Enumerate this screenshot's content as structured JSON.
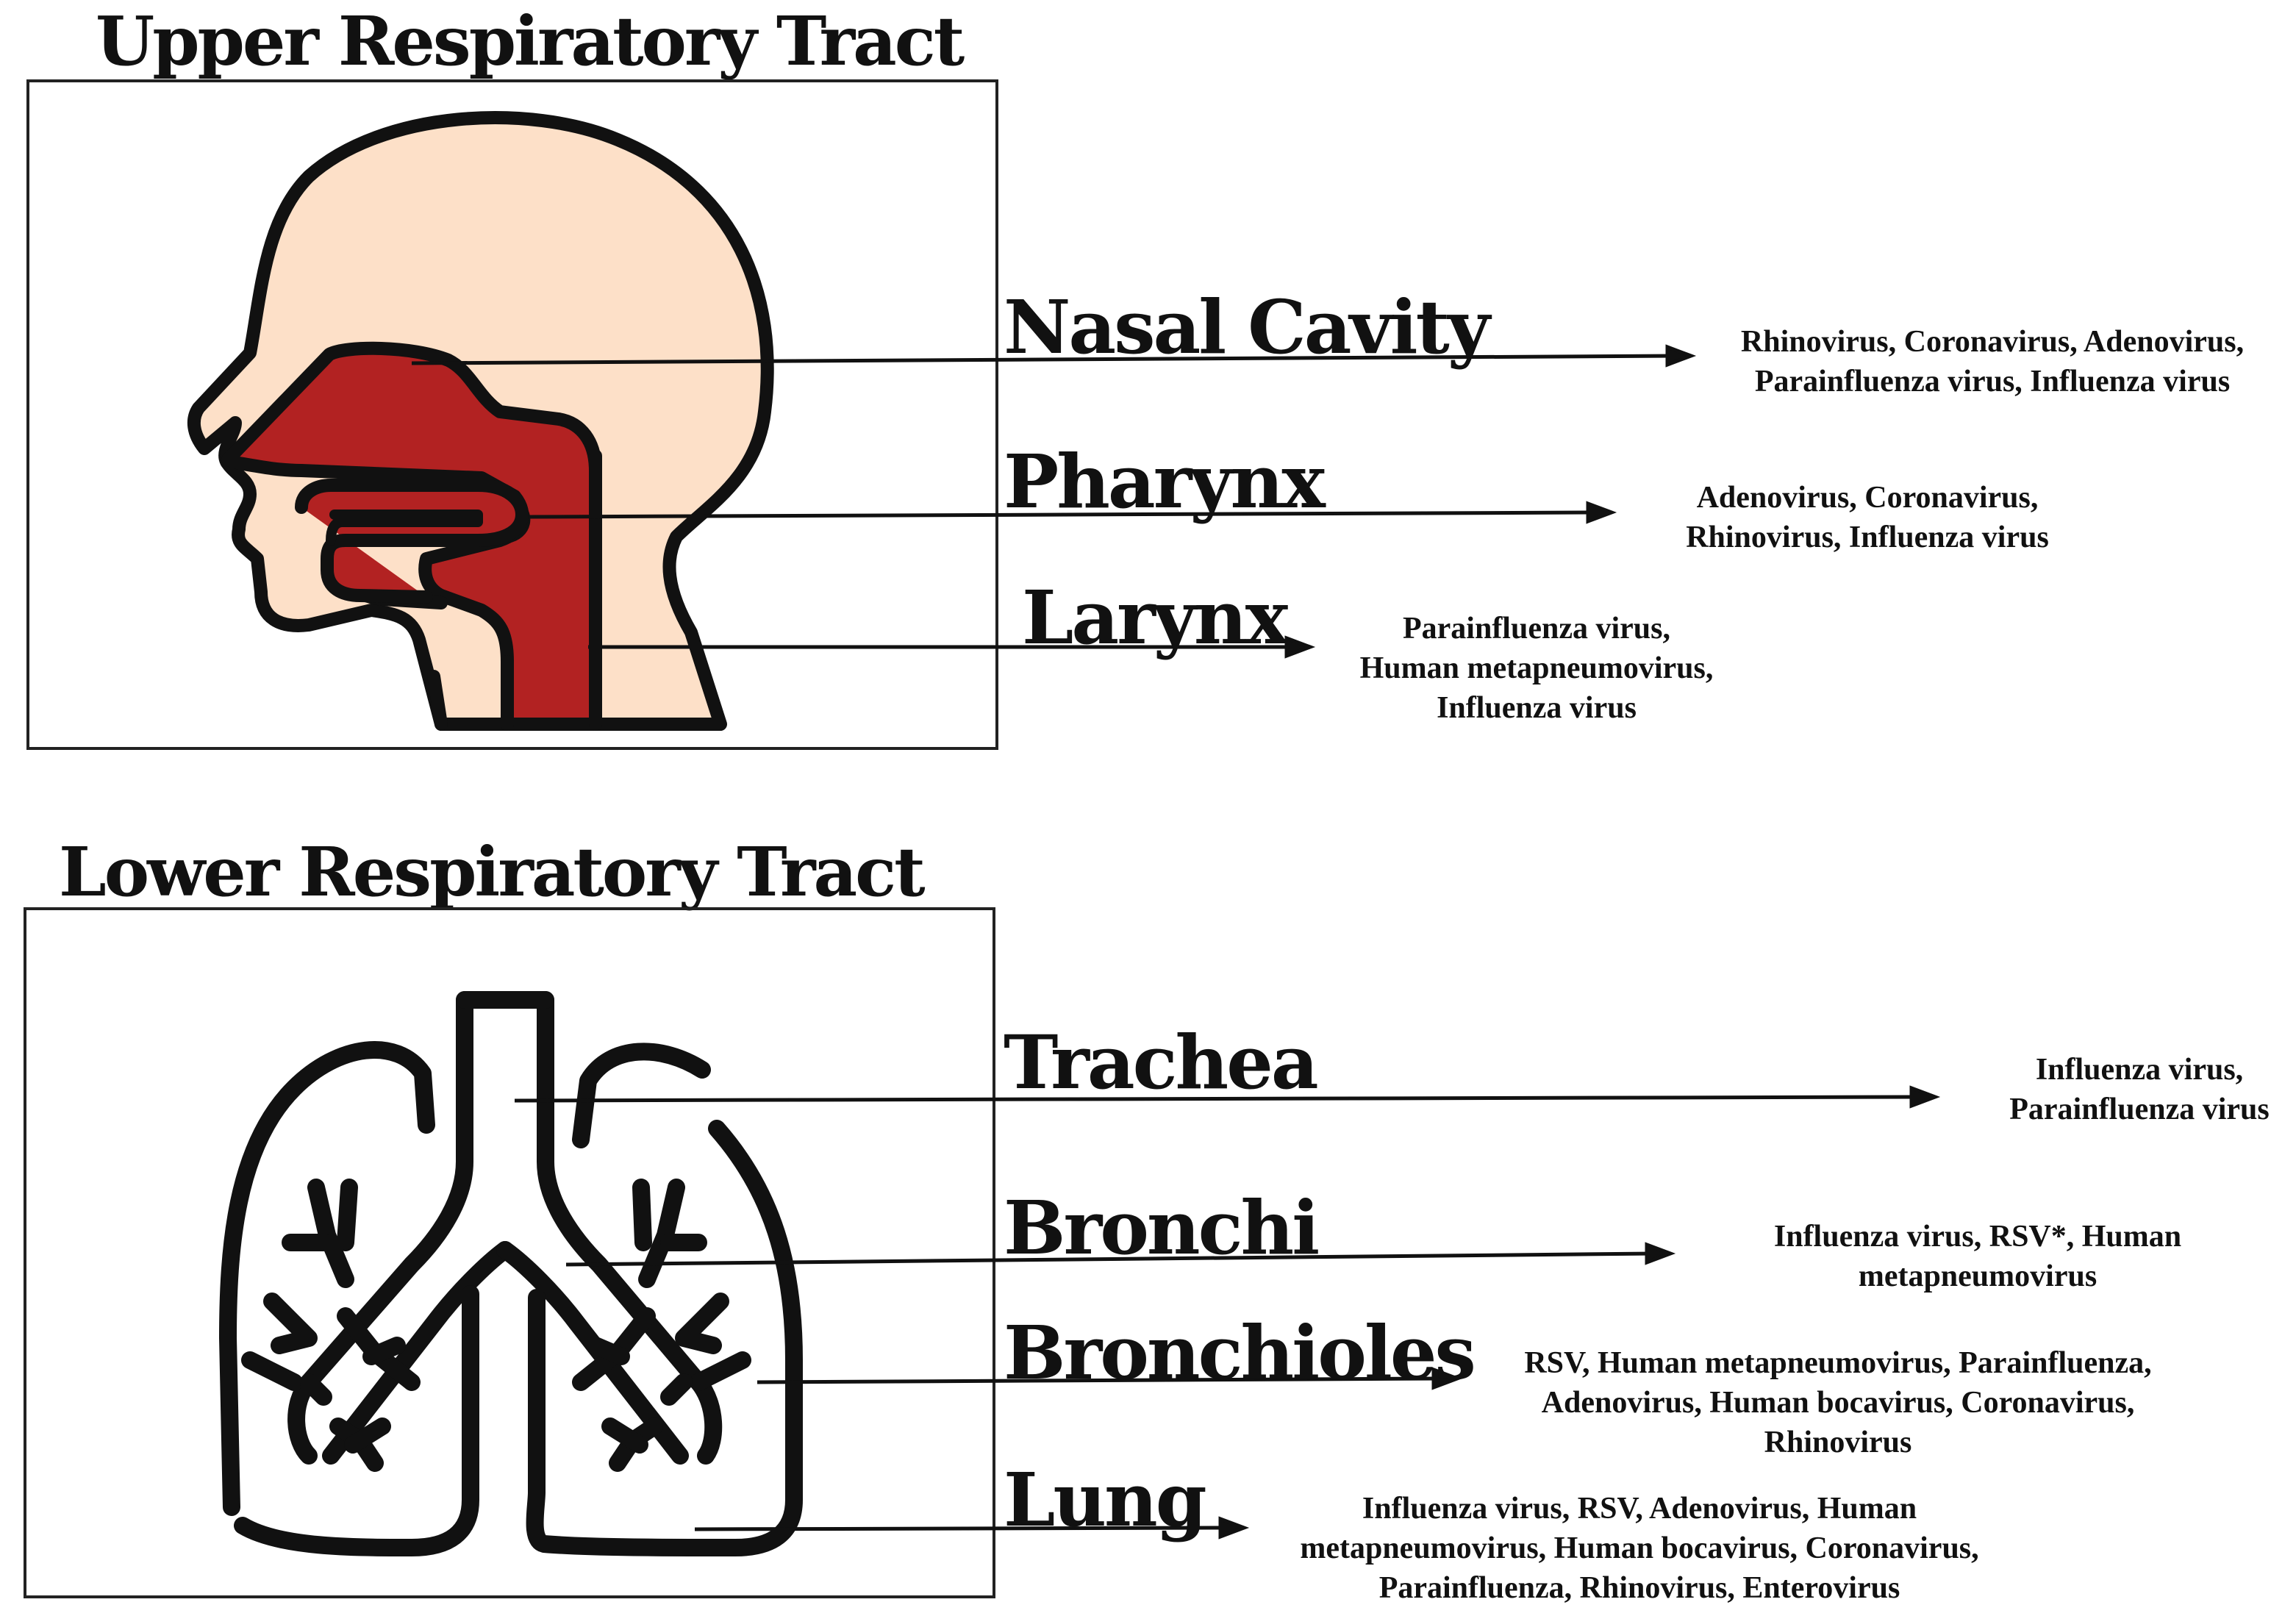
{
  "upper": {
    "title": "Upper Respiratory Tract",
    "regions": [
      {
        "label": "Nasal Cavity",
        "viruses": [
          "Rhinovirus, Coronavirus, Adenovirus,",
          "Parainfluenza virus, Influenza virus"
        ]
      },
      {
        "label": "Pharynx",
        "viruses": [
          "Adenovirus, Coronavirus,",
          "Rhinovirus, Influenza virus"
        ]
      },
      {
        "label": "Larynx",
        "viruses": [
          "Parainfluenza virus,",
          "Human metapneumovirus,",
          "Influenza virus"
        ]
      }
    ]
  },
  "lower": {
    "title": "Lower Respiratory Tract",
    "regions": [
      {
        "label": "Trachea",
        "viruses": [
          "Influenza virus,",
          "Parainfluenza virus"
        ]
      },
      {
        "label": "Bronchi",
        "viruses": [
          "Influenza virus, RSV*, Human",
          "metapneumovirus"
        ]
      },
      {
        "label": "Bronchioles",
        "viruses": [
          "RSV, Human metapneumovirus, Parainfluenza,",
          "Adenovirus, Human bocavirus, Coronavirus,",
          "Rhinovirus"
        ]
      },
      {
        "label": "Lung",
        "viruses": [
          "Influenza virus, RSV, Adenovirus, Human",
          "metapneumovirus, Human bocavirus, Coronavirus,",
          "Parainfluenza, Rhinovirus, Enterovirus"
        ]
      }
    ]
  },
  "colors": {
    "skin": "#fde0c8",
    "airway": "#b22222",
    "outline": "#111111"
  },
  "icons": {
    "upper": "head-profile-icon",
    "lower": "lungs-icon"
  }
}
